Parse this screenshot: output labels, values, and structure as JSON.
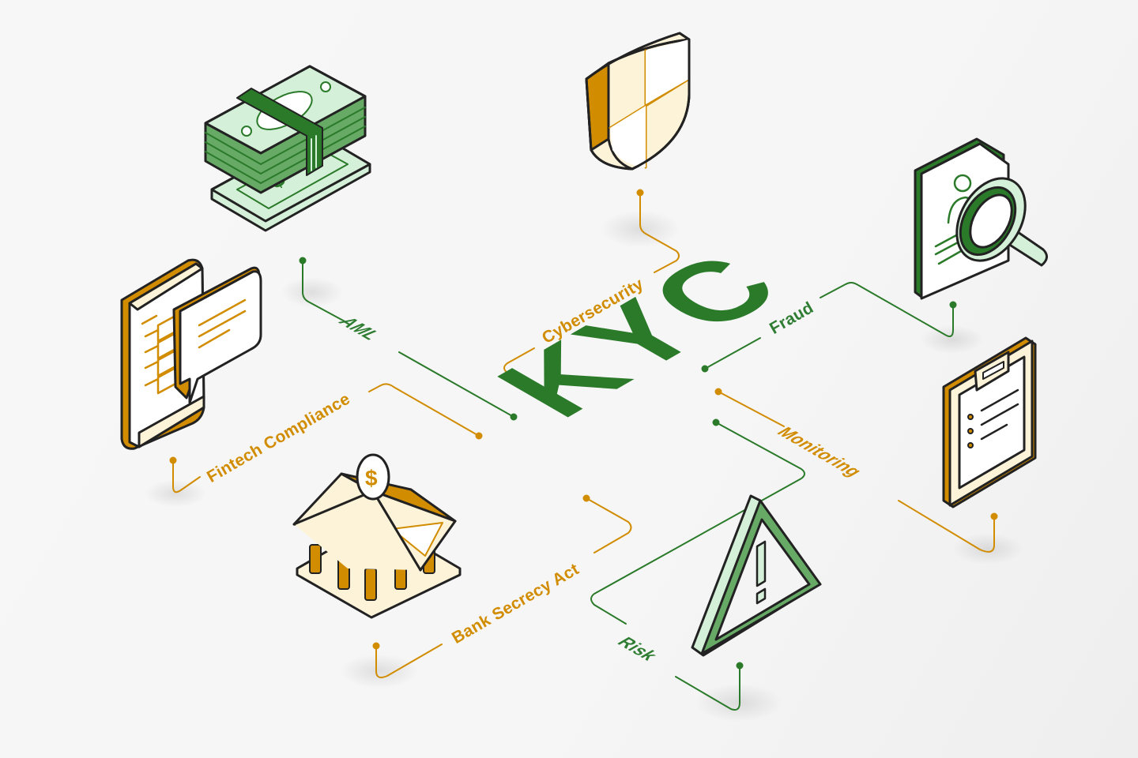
{
  "title": "KYC",
  "colors": {
    "green": "#2a7a2a",
    "green_light": "#d5f0d8",
    "green_mid": "#66aa66",
    "gold": "#d18c00",
    "cream": "#fdf3d8",
    "outline": "#222222",
    "background": "#f6f6f6"
  },
  "nodes": [
    {
      "id": "aml",
      "label": "AML",
      "color": "green",
      "icon": "money-stack-icon"
    },
    {
      "id": "cybersecurity",
      "label": "Cybersecurity",
      "color": "gold",
      "icon": "shield-icon"
    },
    {
      "id": "fraud",
      "label": "Fraud",
      "color": "green",
      "icon": "document-magnifier-icon"
    },
    {
      "id": "monitoring",
      "label": "Monitoring",
      "color": "gold",
      "icon": "clipboard-checklist-icon"
    },
    {
      "id": "risk",
      "label": "Risk",
      "color": "green",
      "icon": "warning-triangle-icon"
    },
    {
      "id": "bank_secrecy_act",
      "label": "Bank Secrecy Act",
      "color": "gold",
      "icon": "bank-coin-icon"
    },
    {
      "id": "fintech_compliance",
      "label": "Fintech Compliance",
      "color": "gold",
      "icon": "phone-chat-icon"
    }
  ]
}
